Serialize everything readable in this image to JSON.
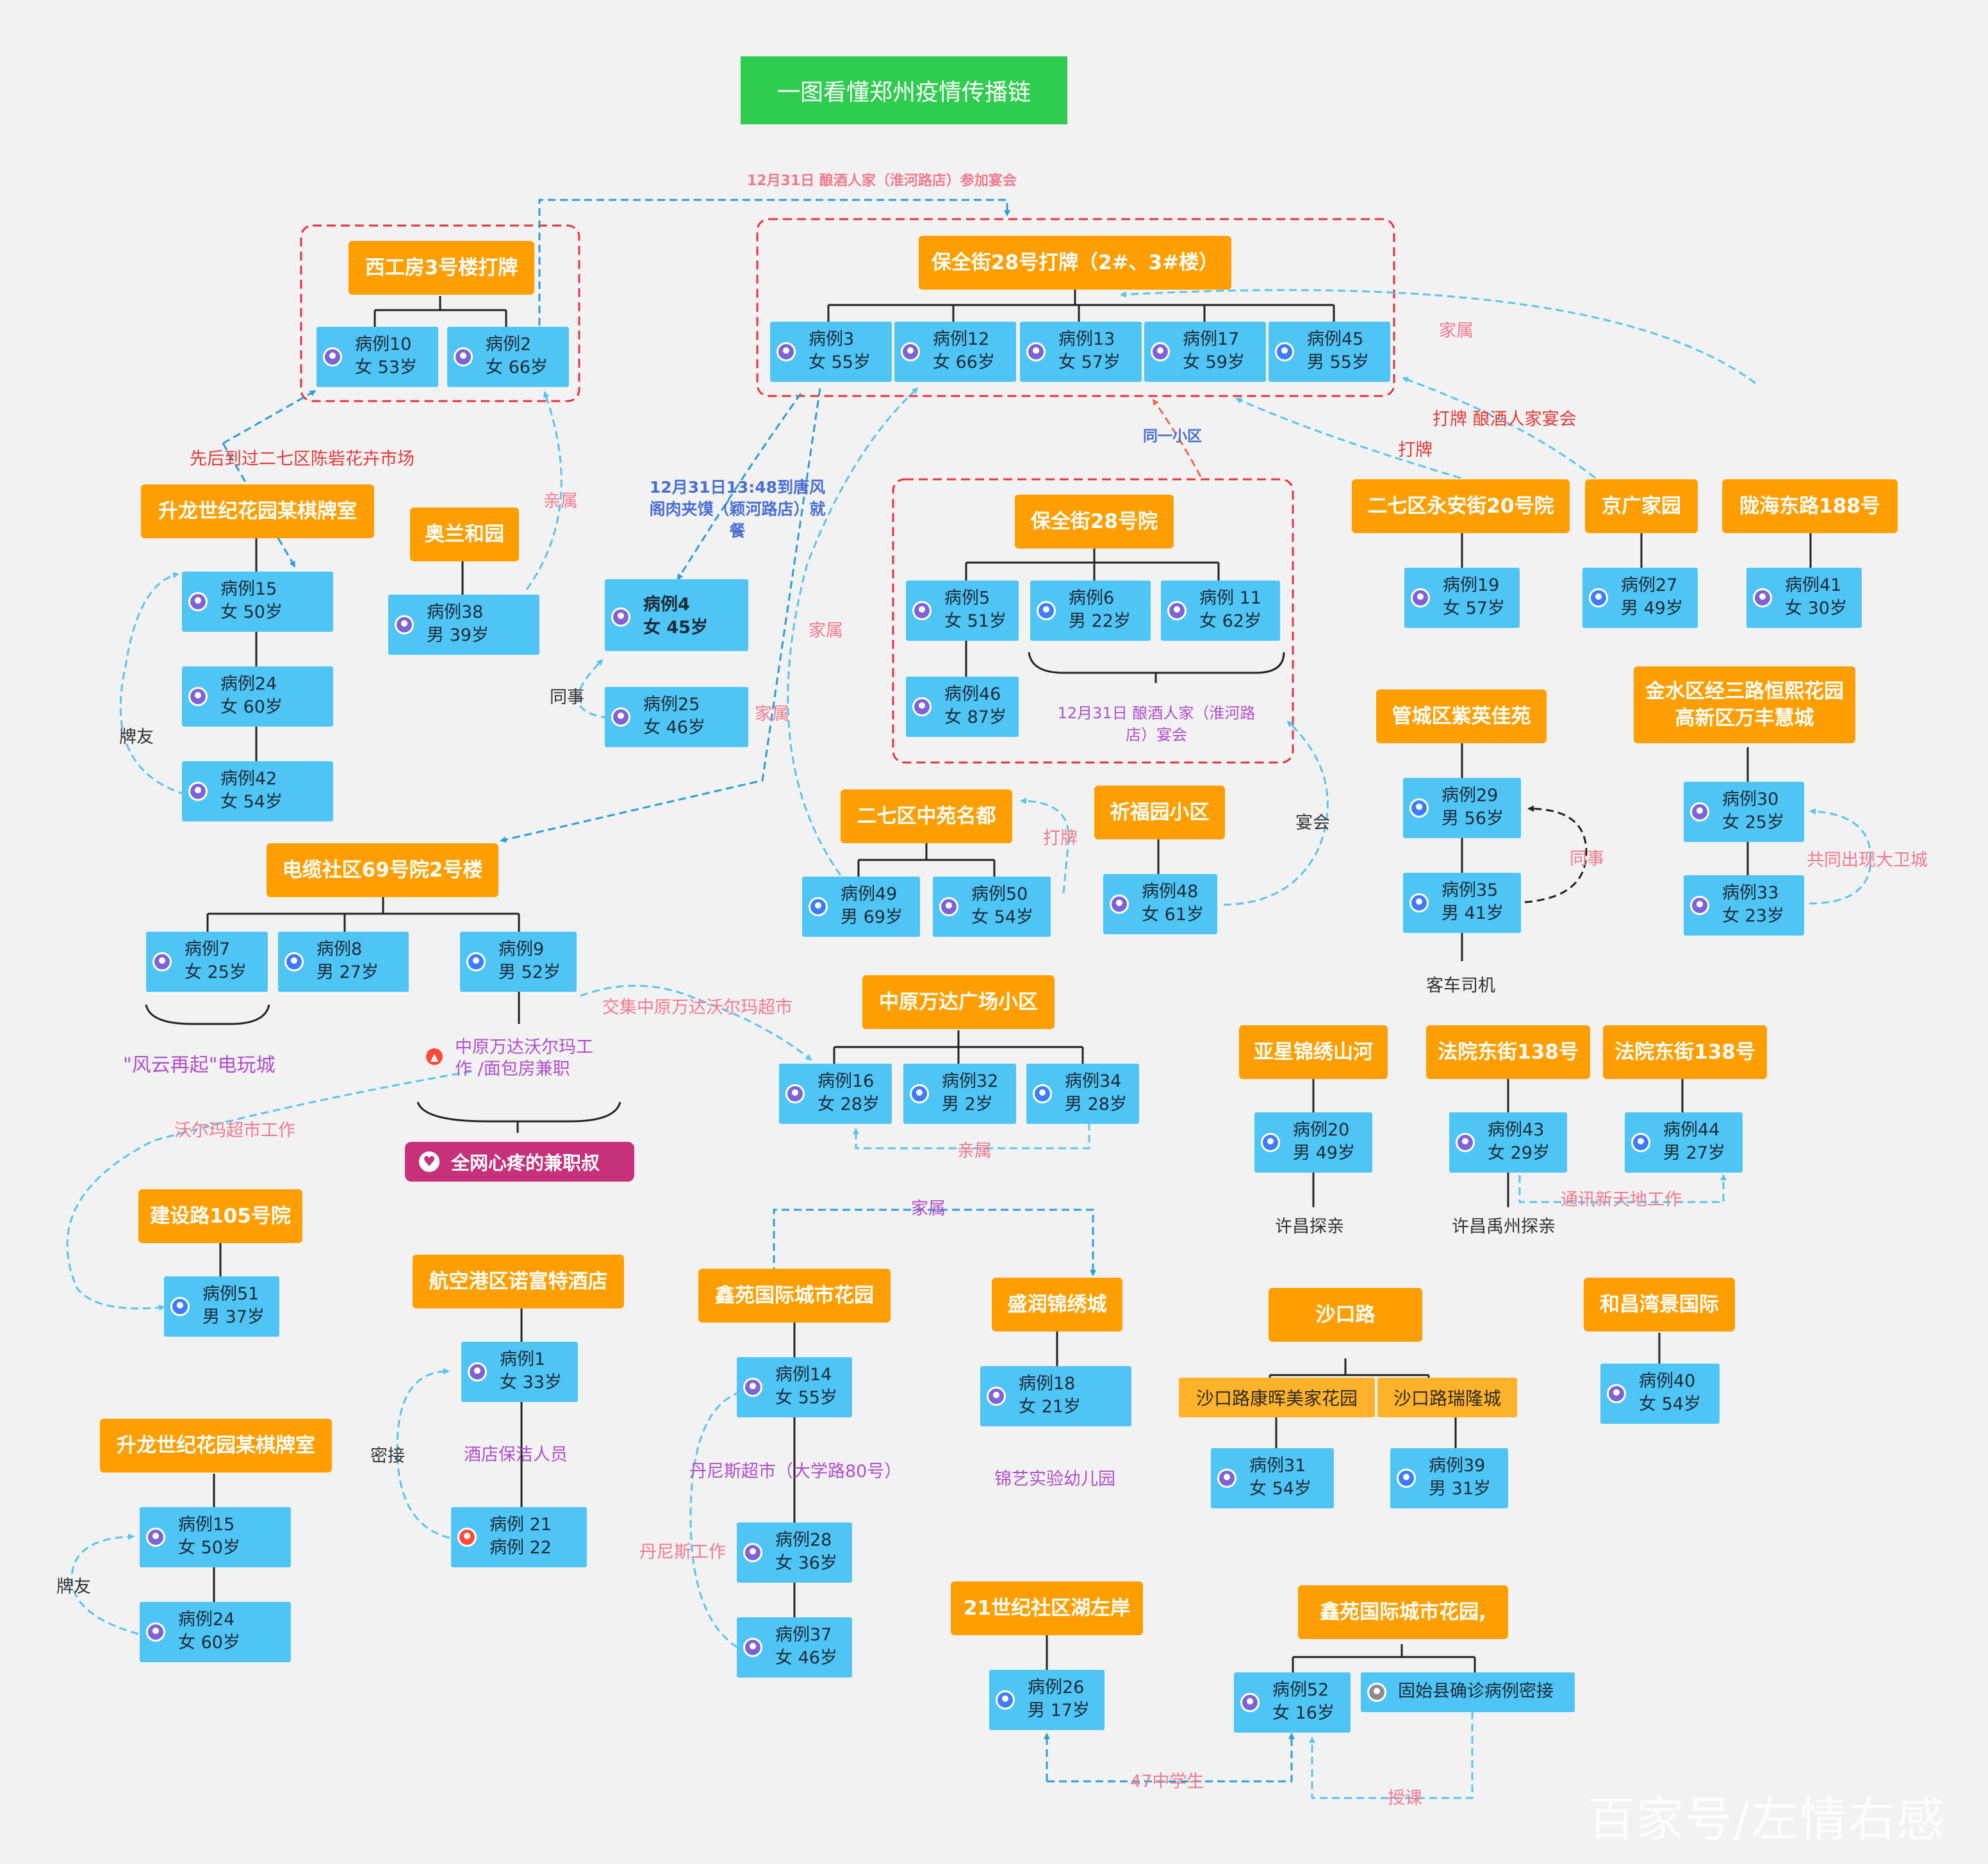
{
  "title": "一图看懂郑州疫情传播链",
  "locations": {
    "xigongfang": "西工房3号楼打牌",
    "baoquan28_play": "保全街28号打牌（2#、3#楼）",
    "shenglong_top": "升龙世纪花园某棋牌室",
    "aolanheyuan": "奥兰和园",
    "baoquan28_yard": "保全街28号院",
    "erqi_yongan": "二七区永安街20号院",
    "jingguang": "京广家园",
    "longhai": "陇海东路188号",
    "guancheng_zi": "管城区紫英佳苑",
    "jinshui": "金水区经三路恒熙花园高新区万丰慧城",
    "erqi_zhongyuan": "二七区中苑名都",
    "qifuyuan": "祈福园小区",
    "dianlan": "电缆社区69号院2号楼",
    "zhongyuan_wanda": "中原万达广场小区",
    "yaxing": "亚星锦绣山河",
    "fayuan1": "法院东街138号",
    "fayuan2": "法院东街138号",
    "jianshe": "建设路105号院",
    "hangkong": "航空港区诺富特酒店",
    "xinyuan1": "鑫苑国际城市花园",
    "shengrun": "盛润锦绣城",
    "shakou": "沙口路",
    "heichang": "和昌湾景国际",
    "shenglong_bottom": "升龙世纪花园某棋牌室",
    "shiji21": "21世纪社区湖左岸",
    "xinyuan2": "鑫苑国际城市花园,"
  },
  "sublocations": {
    "shakou_kanghui": "沙口路康晖美家花园",
    "shakou_ruilong": "沙口路瑞隆城"
  },
  "cases": {
    "c10": {
      "id": "病例10",
      "info": "女 53岁"
    },
    "c2": {
      "id": "病例2",
      "info": "女 66岁"
    },
    "c3": {
      "id": "病例3",
      "info": "女 55岁"
    },
    "c12": {
      "id": "病例12",
      "info": "女 66岁"
    },
    "c13": {
      "id": "病例13",
      "info": "女 57岁"
    },
    "c17": {
      "id": "病例17",
      "info": "女 59岁"
    },
    "c45": {
      "id": "病例45",
      "info": "男 55岁"
    },
    "c15a": {
      "id": "病例15",
      "info": "女 50岁"
    },
    "c24a": {
      "id": "病例24",
      "info": "女 60岁"
    },
    "c42": {
      "id": "病例42",
      "info": "女 54岁"
    },
    "c38": {
      "id": "病例38",
      "info": "男 39岁"
    },
    "c4": {
      "id": "病例4",
      "info": "女 45岁"
    },
    "c25": {
      "id": "病例25",
      "info": "女 46岁"
    },
    "c5": {
      "id": "病例5",
      "info": "女 51岁"
    },
    "c6": {
      "id": "病例6",
      "info": "男 22岁"
    },
    "c11": {
      "id": "病例 11",
      "info": "女 62岁"
    },
    "c46": {
      "id": "病例46",
      "info": "女 87岁"
    },
    "c19": {
      "id": "病例19",
      "info": "女 57岁"
    },
    "c27": {
      "id": "病例27",
      "info": "男 49岁"
    },
    "c41": {
      "id": "病例41",
      "info": "女 30岁"
    },
    "c29": {
      "id": "病例29",
      "info": "男  56岁"
    },
    "c35": {
      "id": "病例35",
      "info": "男  41岁"
    },
    "c30": {
      "id": "病例30",
      "info": "女  25岁"
    },
    "c33": {
      "id": "病例33",
      "info": "女  23岁"
    },
    "c49": {
      "id": "病例49",
      "info": "男 69岁"
    },
    "c50": {
      "id": "病例50",
      "info": "女 54岁"
    },
    "c48": {
      "id": "病例48",
      "info": "女 61岁"
    },
    "c7": {
      "id": "病例7",
      "info": "女 25岁"
    },
    "c8": {
      "id": "病例8",
      "info": "男 27岁"
    },
    "c9": {
      "id": "病例9",
      "info": "男 52岁"
    },
    "c16": {
      "id": "病例16",
      "info": "女 28岁"
    },
    "c32": {
      "id": "病例32",
      "info": "男 2岁"
    },
    "c34": {
      "id": "病例34",
      "info": "男 28岁"
    },
    "c20": {
      "id": "病例20",
      "info": "男  49岁"
    },
    "c43": {
      "id": "病例43",
      "info": "女  29岁"
    },
    "c44": {
      "id": "病例44",
      "info": "男  27岁"
    },
    "c51": {
      "id": "病例51",
      "info": "男 37岁"
    },
    "c1": {
      "id": "病例1",
      "info": "女 33岁"
    },
    "c21_22": {
      "id": "病例 21",
      "info": "病例 22"
    },
    "c14": {
      "id": "病例14",
      "info": "女 55岁"
    },
    "c28": {
      "id": "病例28",
      "info": "女 36岁"
    },
    "c37": {
      "id": "病例37",
      "info": "女 46岁"
    },
    "c18": {
      "id": "病例18",
      "info": "女 21岁"
    },
    "c31": {
      "id": "病例31",
      "info": "女  54岁"
    },
    "c39": {
      "id": "病例39",
      "info": "男  31岁"
    },
    "c40": {
      "id": "病例40",
      "info": "女  54岁"
    },
    "c15b": {
      "id": "病例15",
      "info": "女 50岁"
    },
    "c24b": {
      "id": "病例24",
      "info": "女 60岁"
    },
    "c26": {
      "id": "病例26",
      "info": "男  17岁"
    },
    "c52": {
      "id": "病例52",
      "info": "女  16岁"
    },
    "gushi": {
      "id": "固始县确诊病例密接",
      "info": ""
    }
  },
  "labels": {
    "banquet_top": "12月31日 酿酒人家（淮河路店）参加宴会",
    "family_1": "家属",
    "play_banquet": "打牌 酿酒人家宴会",
    "play": "打牌",
    "same_community": "同一小区",
    "chenzhai": "先后到过二七区陈砦花卉市场",
    "relative": "亲属",
    "tangfeng": "12月31日13:48到唐风阁肉夹馍（颖河路店）就餐",
    "family_2": "家属",
    "colleague_1": "同事",
    "family_3": "家属",
    "banquet_12_31": "12月31日 酿酒人家（淮河路店）宴会",
    "card_friend_1": "牌友",
    "play_2": "打牌",
    "banquet": "宴会",
    "colleague_2": "同事",
    "bus_driver": "客车司机",
    "together_dawei": "共同出现大卫城",
    "fengyun": "\"风云再起\"电玩城",
    "walmart_cross": "交集中原万达沃尔玛超市",
    "walmart_work": "中原万达沃尔玛工作 /面包房兼职",
    "badge": "全网心疼的兼职叔",
    "walmart_job": "沃尔玛超市工作",
    "relative_2": "亲属",
    "xuchang_1": "许昌探亲",
    "xuchang_yuzhou": "许昌禹州探亲",
    "tongxun": "通讯新天地工作",
    "family_4": "家属",
    "close_contact": "密接",
    "hotel_cleaner": "酒店保洁人员",
    "danisi_store": "丹尼斯超市（大学路80号）",
    "danisi_work": "丹尼斯工作",
    "kindergarten": "锦艺实验幼儿园",
    "card_friend_2": "牌友",
    "school_47": "47中学生",
    "teaching": "授课"
  },
  "watermark": "百家号/左情右感"
}
